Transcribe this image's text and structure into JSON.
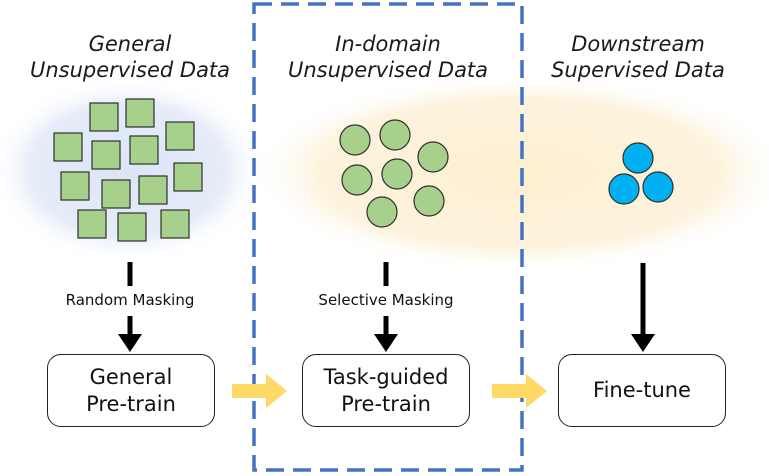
{
  "headers": {
    "general": [
      "General",
      "Unsupervised Data"
    ],
    "indomain": [
      "In-domain",
      "Unsupervised Data"
    ],
    "downstream": [
      "Downstream",
      "Supervised Data"
    ]
  },
  "masking": {
    "random": "Random Masking",
    "selective": "Selective Masking"
  },
  "boxes": {
    "general": [
      "General",
      "Pre-train"
    ],
    "task": [
      "Task-guided",
      "Pre-train"
    ],
    "finetune": "Fine-tune"
  },
  "colors": {
    "square_fill": "#a6d08c",
    "circle_fill": "#a6d08c",
    "supervised_fill": "#00b0f0",
    "blob_blue": "#dde6f6",
    "blob_yellow": "#fdf0d3",
    "dashed_frame": "#4472c4",
    "yellow_arrow": "#ffd966"
  }
}
